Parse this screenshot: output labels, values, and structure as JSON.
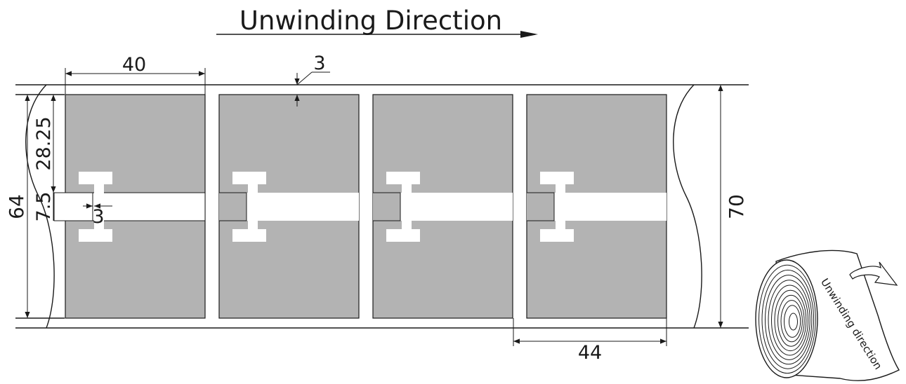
{
  "title": "Unwinding Direction",
  "roll_label": "Unwinding direction",
  "dimensions": {
    "label_width": "40",
    "top_gap": "3",
    "height_upper": "28.25",
    "strap_height": "7.5",
    "strap_inset": "3",
    "label_height": "64",
    "web_width": "70",
    "pitch": "44"
  },
  "colors": {
    "label_fill": "#b3b3b3",
    "line": "#1a1a1a",
    "background": "#ffffff"
  },
  "label_count": 4
}
